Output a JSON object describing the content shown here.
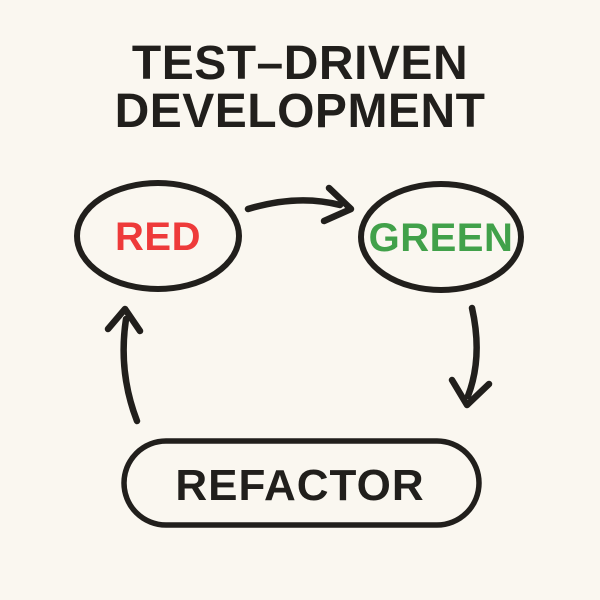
{
  "title": {
    "line1": "TEST–DRIVEN",
    "line2": "DEVELOPMENT"
  },
  "nodes": {
    "red": {
      "label": "RED",
      "shape": "ellipse"
    },
    "green": {
      "label": "GREEN",
      "shape": "ellipse"
    },
    "refactor": {
      "label": "REFACTOR",
      "shape": "rounded-rectangle"
    }
  },
  "edges": [
    {
      "from": "red",
      "to": "green"
    },
    {
      "from": "green",
      "to": "refactor"
    },
    {
      "from": "refactor",
      "to": "red"
    }
  ],
  "colors": {
    "bg": "#faf7f0",
    "ink": "#211f1c",
    "red": "#ee3a3a",
    "green": "#41a14a"
  }
}
